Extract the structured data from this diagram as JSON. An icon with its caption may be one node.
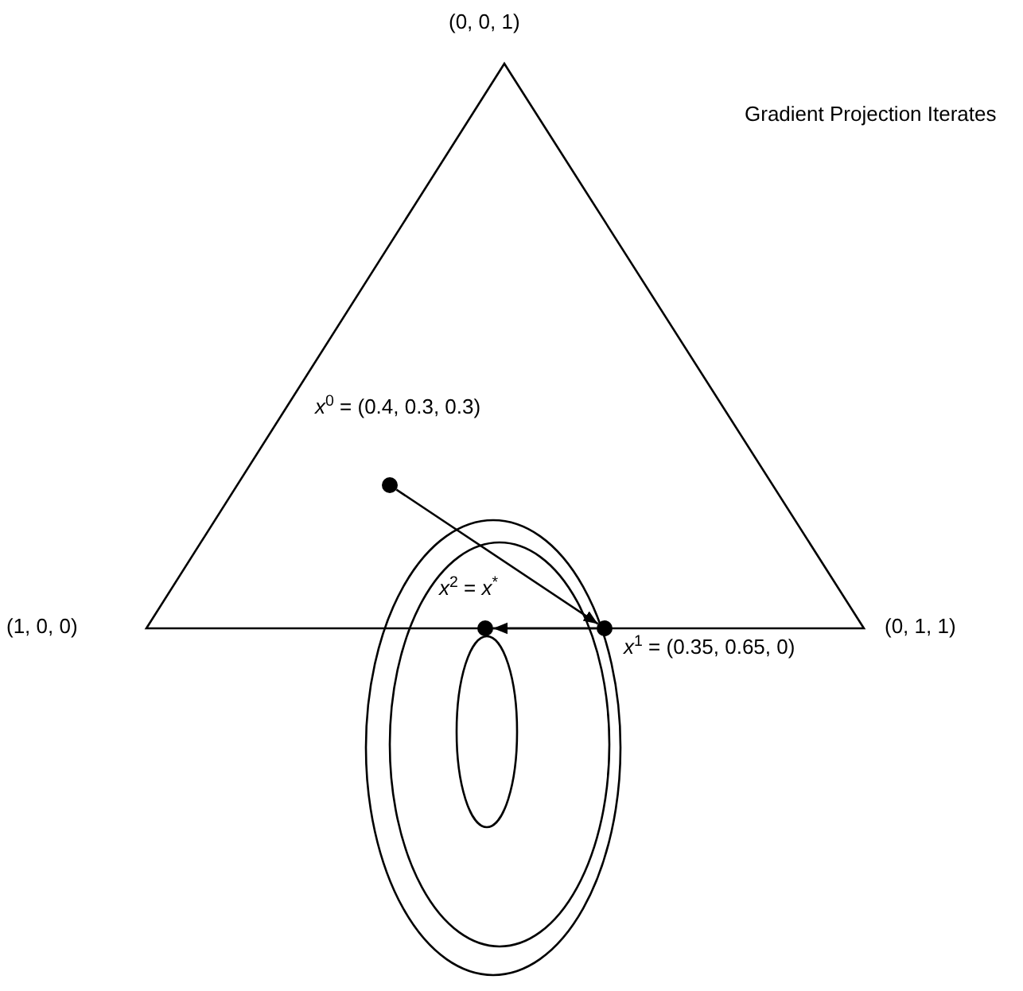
{
  "diagram": {
    "nodes": [
      {
        "text": [],
        "shape": "circle",
        "beside": [
          "*x*$^{0}$ = (0.4, 0.3, 0.3)"
        ]
      },
      {
        "text": [],
        "shape": "circle",
        "beside": [
          "*x*$^{1}$ = (0.35, 0.65, 0)"
        ]
      },
      {
        "text": [],
        "shape": "circle",
        "beside": [
          "*x*$^{2}$ = *x*$^{*}$"
        ]
      }
    ],
    "edges": [
      {
        "from": 0,
        "to": 1,
        "arrow": "to"
      },
      {
        "from": 1,
        "to": 2,
        "arrow": "to"
      }
    ],
    "labels": [
      "(0, 0, 1)",
      "Gradient Projection Iterates",
      "(1, 0, 0)",
      "(0, 1, 1)"
    ]
  }
}
